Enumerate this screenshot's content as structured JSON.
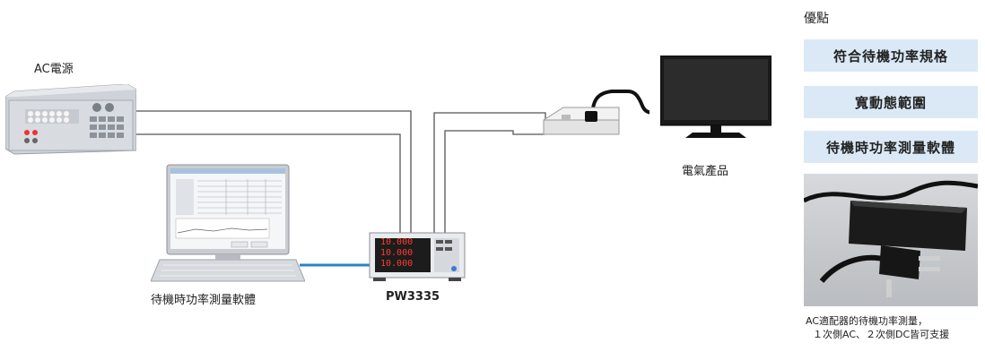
{
  "labels": {
    "ac_source": "AC電源",
    "product": "電氣產品",
    "software": "待機時功率測量軟體",
    "meter": "PW3335"
  },
  "benefits": {
    "title": "優點",
    "items": [
      "符合待機功率規格",
      "寬動態範圍",
      "待機時功率測量軟體"
    ]
  },
  "caption": {
    "line1": "AC適配器的待機功率測量，",
    "line2": "１次側AC、２次側DC皆可支援"
  },
  "meter_display": {
    "row1": "10.000",
    "row2": "10.000",
    "row3": "10.000"
  }
}
